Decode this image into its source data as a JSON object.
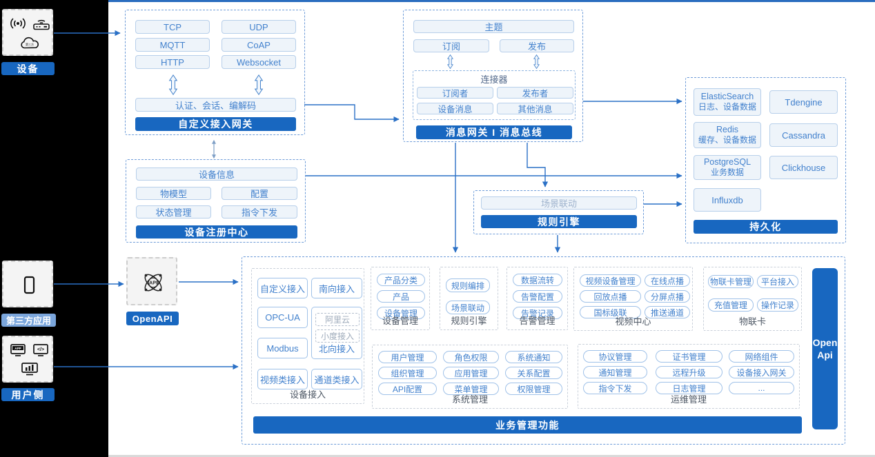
{
  "colors": {
    "accent": "#1867c0",
    "accent_light": "#7ba6dc",
    "pill_text": "#4281cd",
    "arrow": "#2a70c6",
    "dashed_border": "#6d9bd8"
  },
  "sidebar": {
    "device": {
      "label": "设备",
      "icons": [
        "signal-icon",
        "router-icon",
        "cloud-icon"
      ],
      "cloud_text": "第三方"
    },
    "third_party": {
      "label": "第三方应用",
      "icons": [
        "phone-icon"
      ]
    },
    "user_side": {
      "label": "用户侧",
      "icons": [
        "app-icon",
        "code-icon",
        "chart-icon"
      ],
      "app_text": "APP",
      "code_text": "</>"
    }
  },
  "open_api_node": {
    "label": "OpenAPI",
    "icon": "api-atom-icon",
    "icon_text": "API"
  },
  "custom_gateway": {
    "title": "自定义接入网关",
    "protocols": [
      "TCP",
      "UDP",
      "MQTT",
      "CoAP",
      "HTTP",
      "Websocket"
    ],
    "session": "认证、会话、编解码"
  },
  "message_bus": {
    "title": "消息网关 I 消息总线",
    "topic": "主题",
    "subscribe": "订阅",
    "publish": "发布",
    "connector": {
      "title": "连接器",
      "items": [
        "订阅者",
        "发布者",
        "设备消息",
        "其他消息"
      ]
    }
  },
  "persistence": {
    "title": "持久化",
    "col1": [
      {
        "name": "ElasticSearch",
        "sub": "日志、设备数据"
      },
      {
        "name": "Redis",
        "sub": "缓存、设备数据"
      },
      {
        "name": "PostgreSQL",
        "sub": "业务数据"
      },
      {
        "name": "Influxdb",
        "sub": ""
      }
    ],
    "col2": [
      "Tdengine",
      "Cassandra",
      "Clickhouse"
    ]
  },
  "registry": {
    "title": "设备注册中心",
    "info": "设备信息",
    "items": [
      "物模型",
      "配置",
      "状态管理",
      "指令下发"
    ]
  },
  "rule_node": {
    "title": "规则引擎",
    "scene": "场景联动"
  },
  "business": {
    "title": "业务管理功能",
    "open_api_bar": {
      "line1": "Open",
      "line2": "Api"
    },
    "device_access": {
      "label": "设备接入",
      "items": [
        "自定义接入",
        "南向接入",
        "OPC-UA",
        "Modbus",
        "视频类接入",
        "通道类接入"
      ],
      "north": {
        "label": "北向接入",
        "items": [
          "阿里云",
          "小度接入"
        ]
      }
    },
    "device_mgmt": {
      "label": "设备管理",
      "items": [
        "产品分类",
        "产品",
        "设备管理"
      ]
    },
    "rule_engine": {
      "label": "规则引擎",
      "items": [
        "规则编排",
        "场景联动"
      ]
    },
    "alarm": {
      "label": "告警管理",
      "items": [
        "数据流转",
        "告警配置",
        "告警记录"
      ]
    },
    "video": {
      "label": "视频中心",
      "items": [
        "视频设备管理",
        "在线点播",
        "回放点播",
        "分屏点播",
        "国标级联",
        "推送通道"
      ]
    },
    "iot_card": {
      "label": "物联卡",
      "items": [
        "物联卡管理",
        "平台接入",
        "充值管理",
        "操作记录"
      ]
    },
    "system": {
      "label": "系统管理",
      "items": [
        "用户管理",
        "角色权限",
        "系统通知",
        "组织管理",
        "应用管理",
        "关系配置",
        "API配置",
        "菜单管理",
        "权限管理"
      ]
    },
    "ops": {
      "label": "运维管理",
      "items": [
        "协议管理",
        "证书管理",
        "网络组件",
        "通知管理",
        "远程升级",
        "设备接入网关",
        "指令下发",
        "日志管理",
        "..."
      ]
    }
  }
}
